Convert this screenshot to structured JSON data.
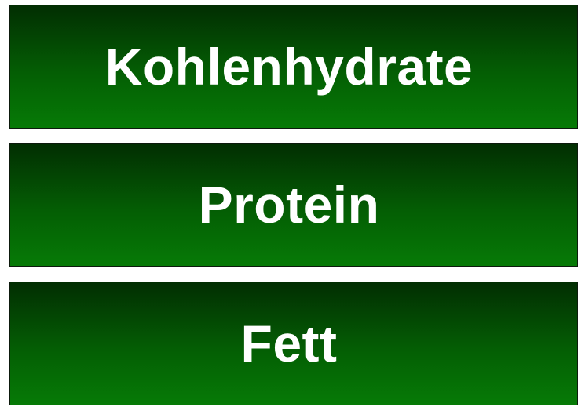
{
  "panels": [
    {
      "label": "Kohlenhydrate"
    },
    {
      "label": "Protein"
    },
    {
      "label": "Fett"
    }
  ],
  "colors": {
    "panel_gradient_top": "#022e02",
    "panel_gradient_bottom": "#067a06",
    "text": "#ffffff",
    "background": "#ffffff"
  }
}
